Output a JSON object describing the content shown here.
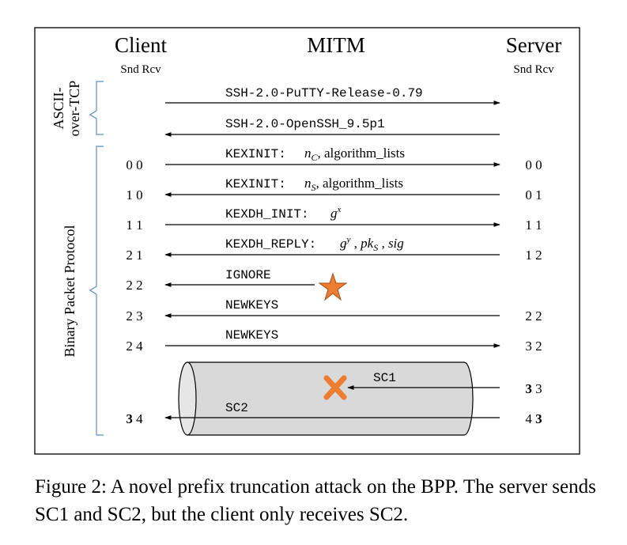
{
  "diagram": {
    "headers": {
      "client": "Client",
      "mitm": "MITM",
      "server": "Server"
    },
    "subheaders": {
      "client": "Snd Rcv",
      "server": "Snd Rcv"
    },
    "phases": {
      "ascii_line1": "ASCII-",
      "ascii_line2": "over-TCP",
      "bpp": "Binary Packet Protocol"
    },
    "messages": [
      {
        "id": "m1",
        "text": "SSH-2.0-PuTTY-Release-0.79",
        "direction": "to-server",
        "client_seq": "",
        "server_seq": ""
      },
      {
        "id": "m2",
        "text": "SSH-2.0-OpenSSH_9.5p1",
        "direction": "to-client",
        "client_seq": "",
        "server_seq": ""
      },
      {
        "id": "m3",
        "text": "KEXINIT:",
        "math": "n_C , algorithm_lists",
        "direction": "to-server",
        "client_seq": "0 0",
        "server_seq": "0 0"
      },
      {
        "id": "m4",
        "text": "KEXINIT:",
        "math": "n_S , algorithm_lists",
        "direction": "to-client",
        "client_seq": "1 0",
        "server_seq": "0 1"
      },
      {
        "id": "m5",
        "text": "KEXDH_INIT:",
        "math": "g^x",
        "direction": "to-server",
        "client_seq": "1 1",
        "server_seq": "1 1"
      },
      {
        "id": "m6",
        "text": "KEXDH_REPLY:",
        "math": "g^y , pk_S , sig",
        "direction": "to-client",
        "client_seq": "2 1",
        "server_seq": "1 2"
      },
      {
        "id": "m7",
        "text": "IGNORE",
        "direction": "mitm-to-client",
        "client_seq": "2 2",
        "server_seq": ""
      },
      {
        "id": "m8",
        "text": "NEWKEYS",
        "direction": "to-client",
        "client_seq": "2 3",
        "server_seq": "2 2"
      },
      {
        "id": "m9",
        "text": "NEWKEYS",
        "direction": "to-server",
        "client_seq": "2 4",
        "server_seq": "3 2"
      },
      {
        "id": "m10",
        "text": "SC1",
        "direction": "dropped",
        "client_seq": "",
        "server_seq": "3 3",
        "bold": "server_snd"
      },
      {
        "id": "m11",
        "text": "SC2",
        "direction": "to-client",
        "client_seq": "3 4",
        "server_seq": "4 3",
        "bold": "both"
      }
    ],
    "colors": {
      "marker": "#ed7d31",
      "tunnel": "#d9d9d9",
      "line": "#000000"
    }
  },
  "caption": "Figure 2: A novel prefix truncation attack on the BPP. The server sends SC1 and SC2, but the client only receives SC2."
}
